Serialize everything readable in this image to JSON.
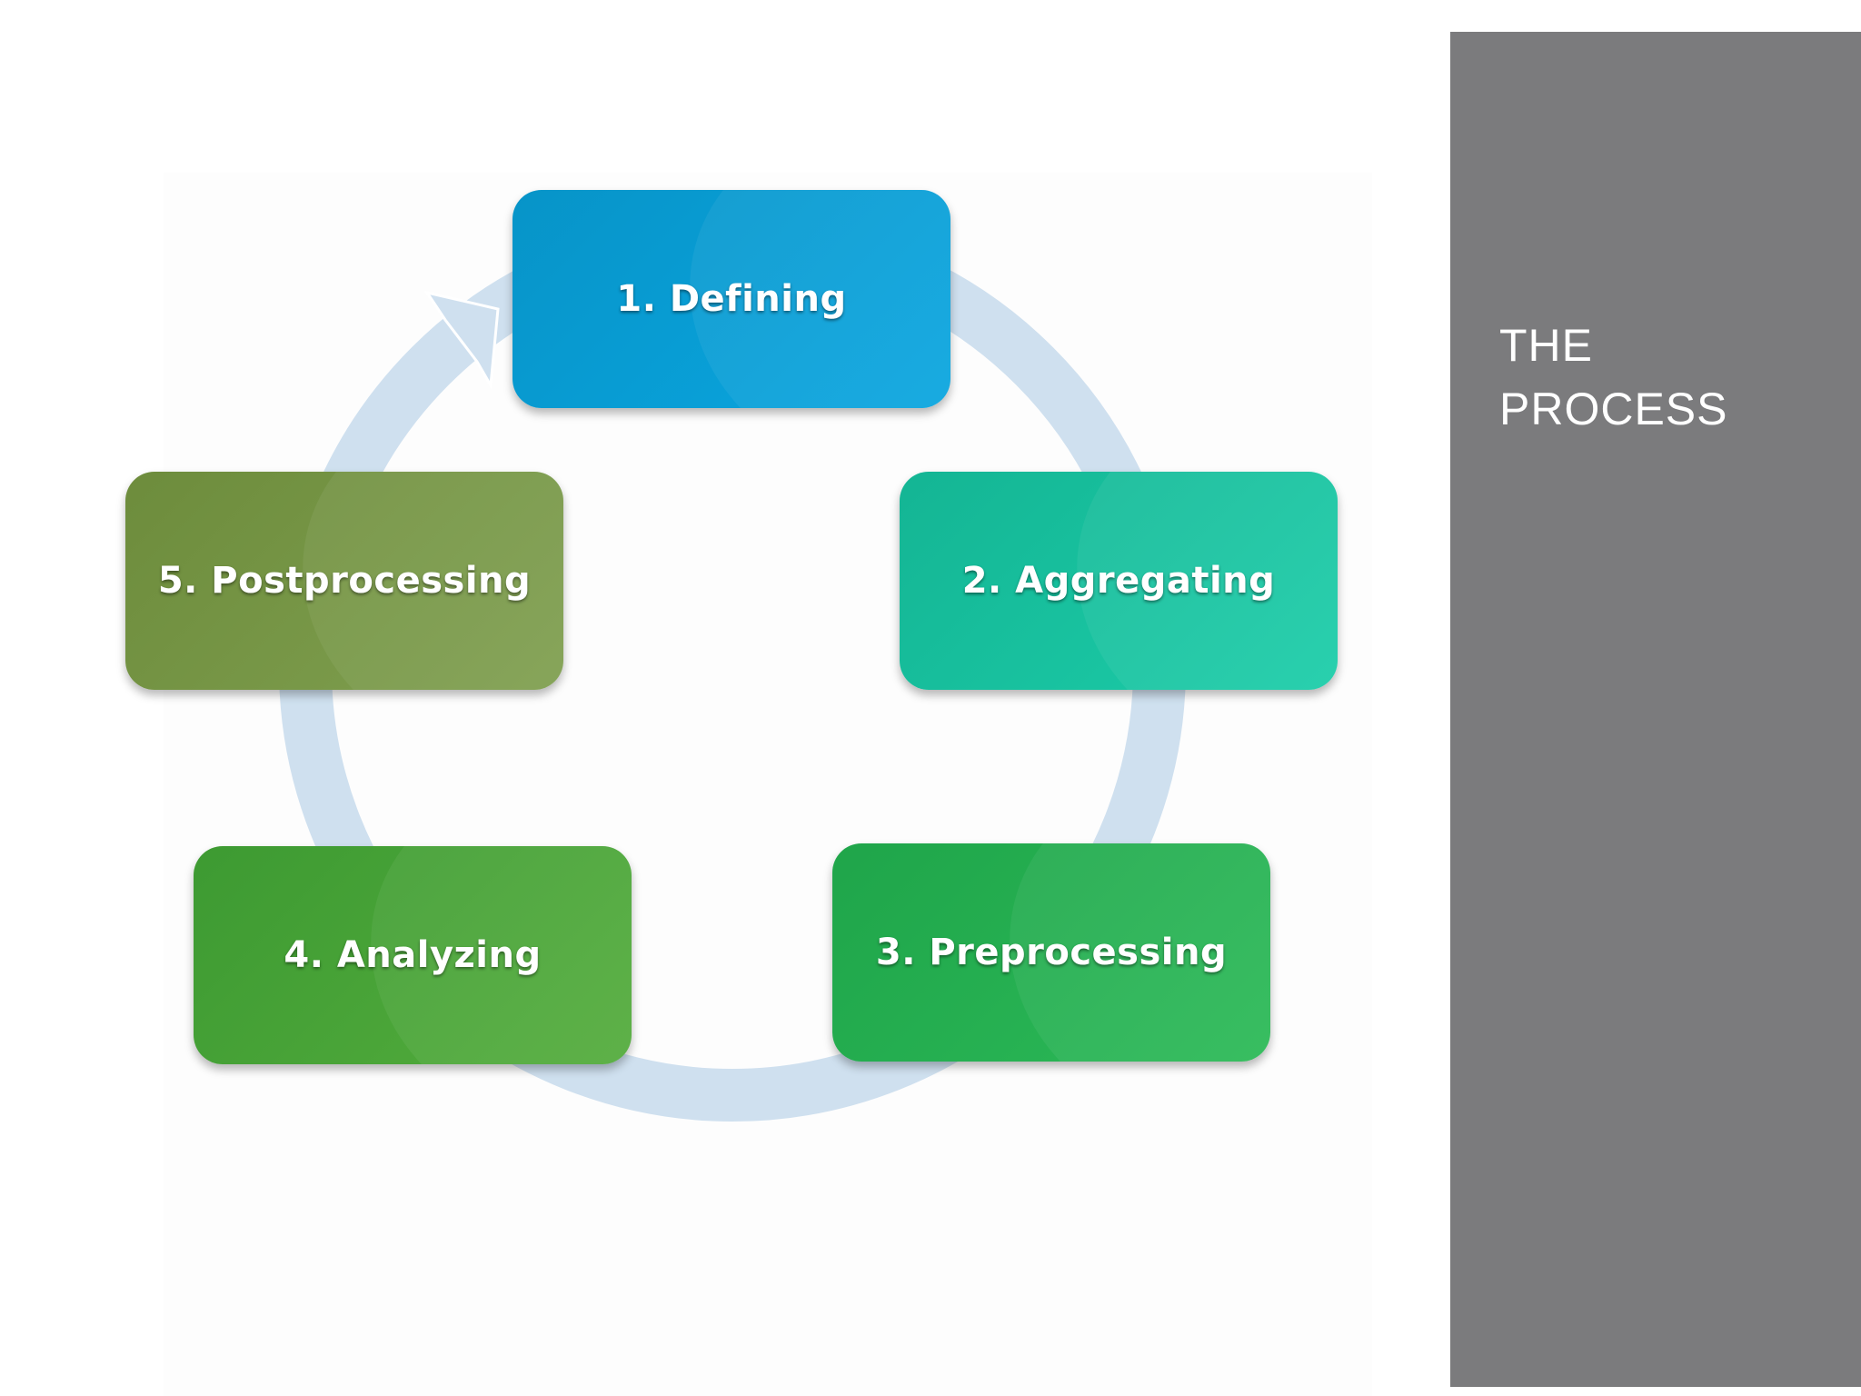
{
  "title": "THE\nPROCESS",
  "steps": [
    {
      "label": "1. Defining",
      "color": "#0a9ed6"
    },
    {
      "label": "2. Aggregating",
      "color": "#18c3a0"
    },
    {
      "label": "3. Preprocessing",
      "color": "#26b050"
    },
    {
      "label": "4. Analyzing",
      "color": "#49a338"
    },
    {
      "label": "5. Postprocessing",
      "color": "#779648"
    }
  ],
  "colors": {
    "cycle_arrow": "#cfe0ef",
    "side_panel": "#7b7b7d",
    "background": "#ffffff"
  }
}
